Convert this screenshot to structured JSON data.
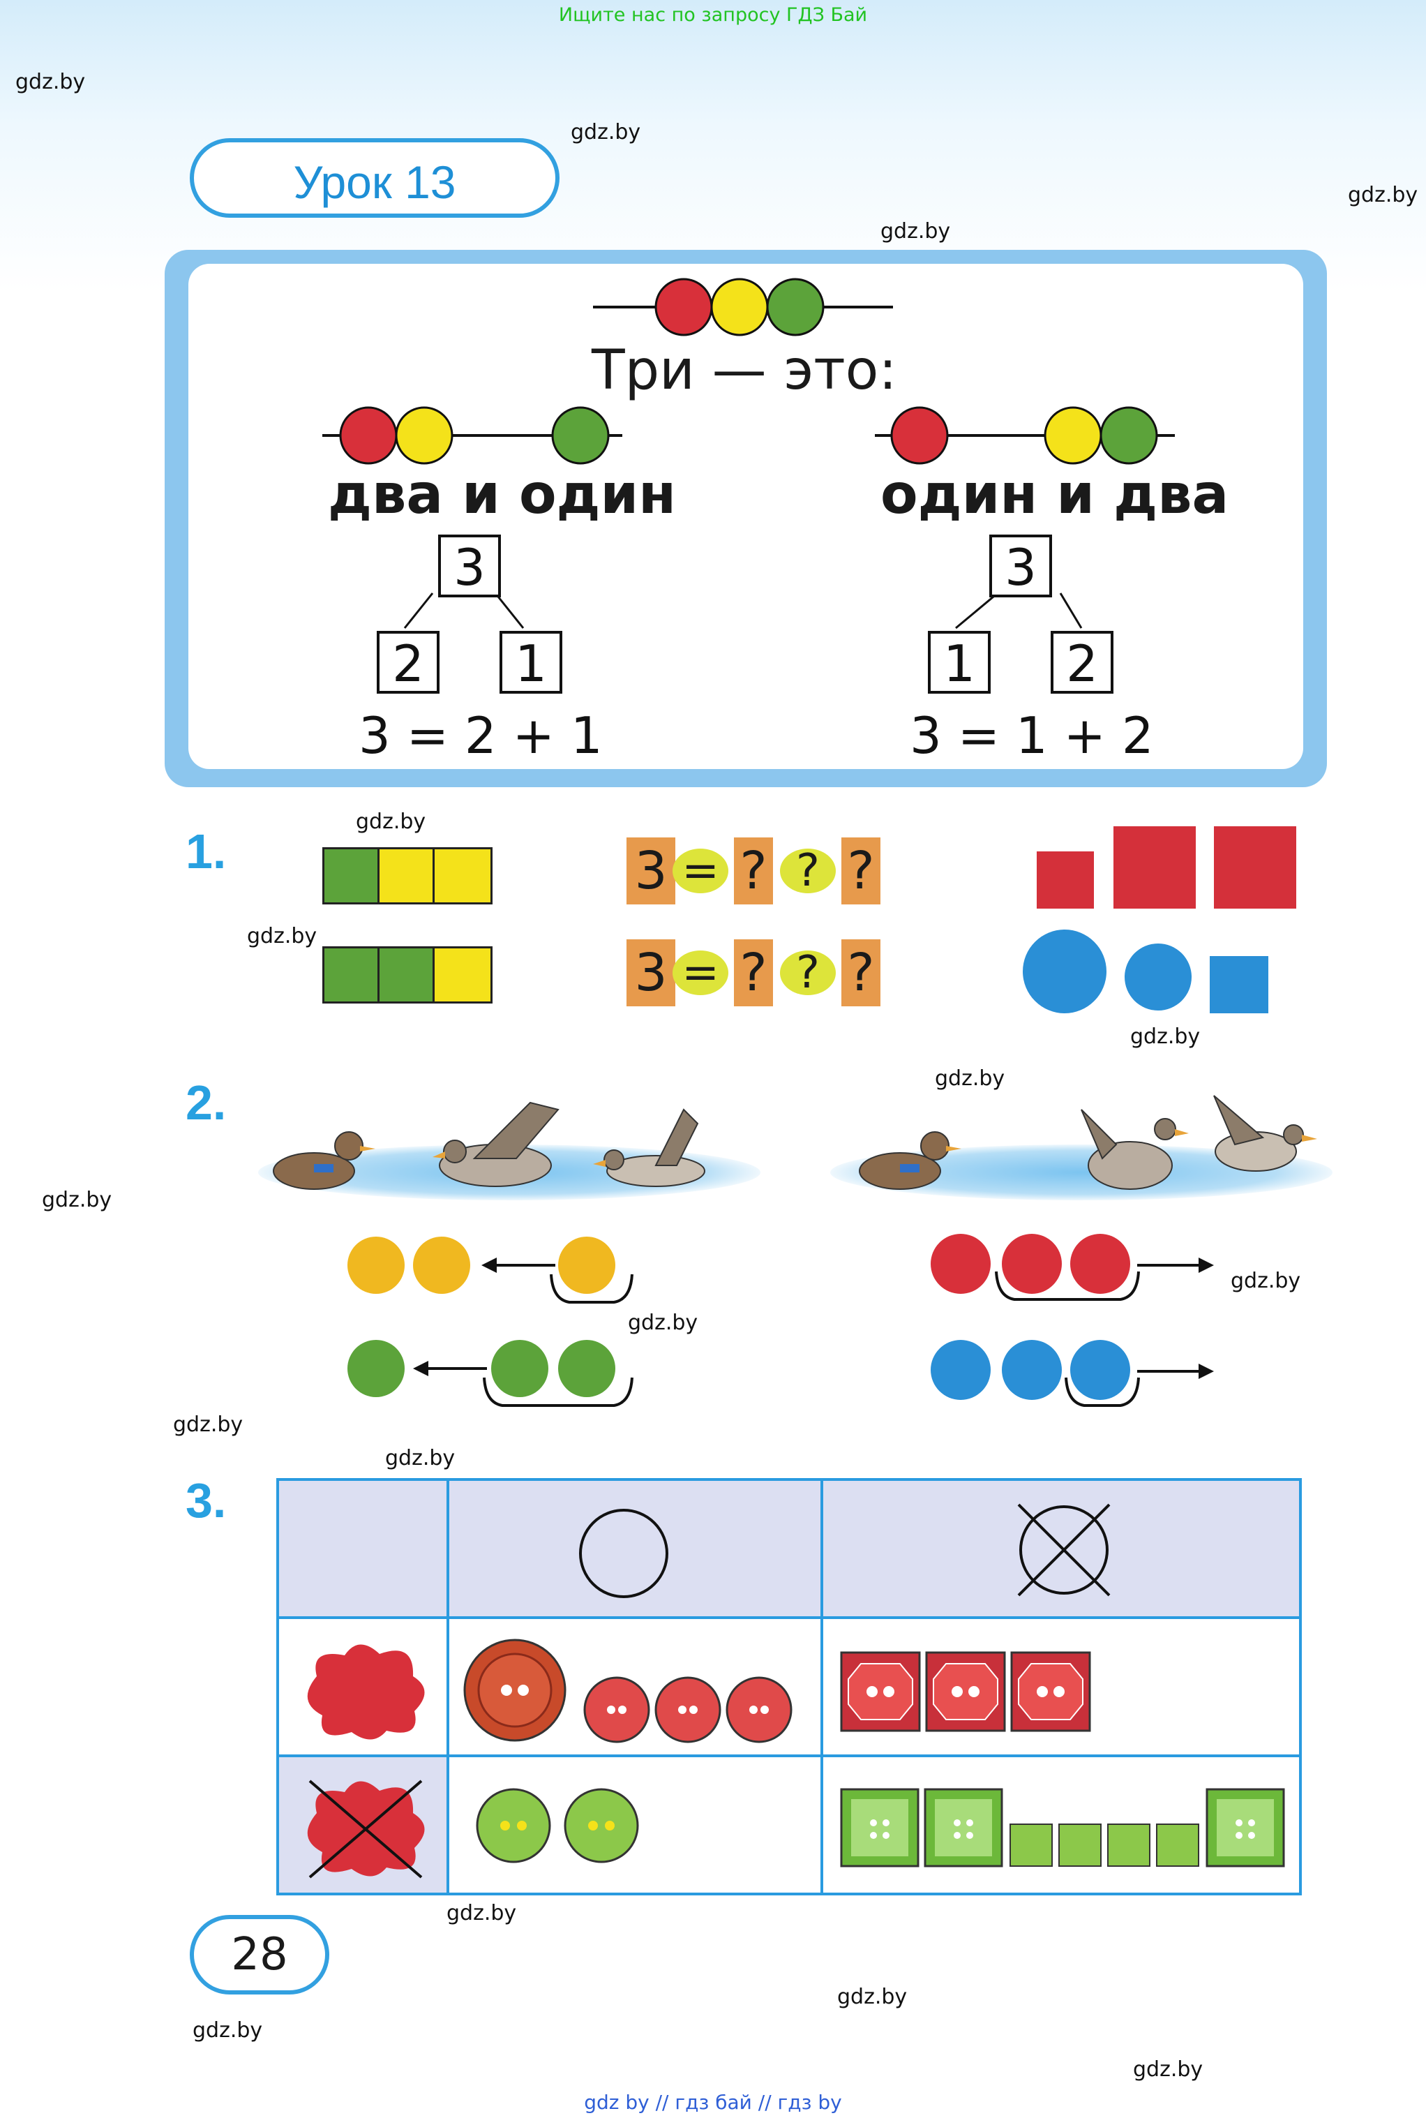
{
  "top_banner": "Ищите нас по запросу ГДЗ Бай",
  "watermark": "gdz.by",
  "footer": "gdz by  //  гдз бай  //  гдз by",
  "lesson_title": "Урок 13",
  "intro": {
    "heading": "Три — это:",
    "left_phrase": "два и один",
    "right_phrase": "один и два",
    "left_tree": {
      "top": "3",
      "left": "2",
      "right": "1"
    },
    "right_tree": {
      "top": "3",
      "left": "1",
      "right": "2"
    },
    "left_equation": "3 = 2 + 1",
    "right_equation": "3 = 1 + 2",
    "colors": {
      "red": "#d8303a",
      "yellow": "#f4e21a",
      "green": "#5ca33a"
    }
  },
  "exercise1": {
    "number": "1.",
    "rows": [
      {
        "cells": [
          "green",
          "yellow",
          "yellow"
        ],
        "equation": [
          "3",
          "=",
          "?",
          "?",
          "?"
        ]
      },
      {
        "cells": [
          "green",
          "green",
          "yellow"
        ],
        "equation": [
          "3",
          "=",
          "?",
          "?",
          "?"
        ]
      }
    ],
    "shape_colors": {
      "red": "#d4303a",
      "blue": "#2a8fd6"
    }
  },
  "exercise2": {
    "number": "2.",
    "rows": [
      {
        "color": "#f0b820",
        "left_dots": 2,
        "right_dots": 1,
        "arrow": "left"
      },
      {
        "color": "#5ca33a",
        "left_dots": 1,
        "right_dots": 2,
        "arrow": "left"
      },
      {
        "color": "#d8303a",
        "left_dots": 1,
        "right_dots": 2,
        "arrow": "right"
      },
      {
        "color": "#2a8fd6",
        "left_dots": 2,
        "right_dots": 1,
        "arrow": "right"
      }
    ]
  },
  "exercise3": {
    "number": "3.",
    "header_fill": "#dcdff2",
    "border": "#2a9be0"
  },
  "page_number": "28"
}
